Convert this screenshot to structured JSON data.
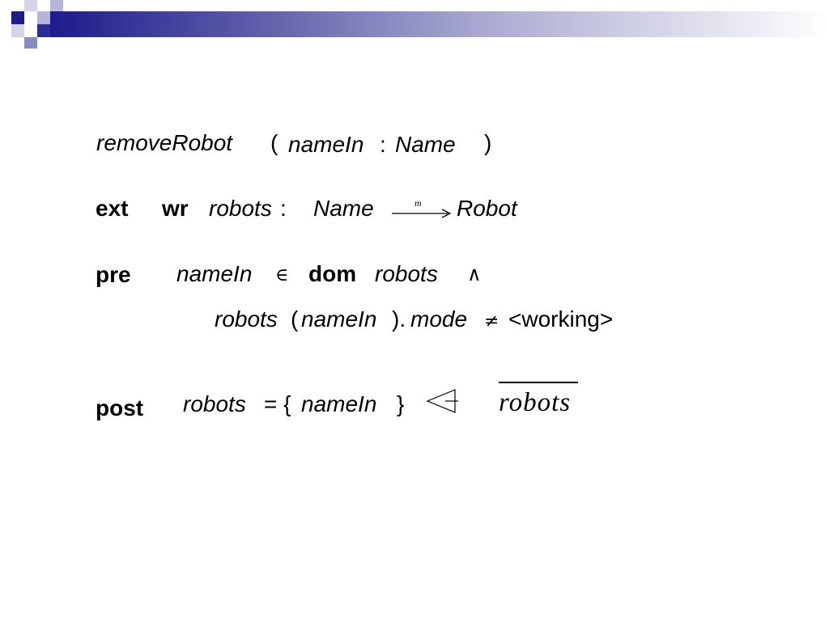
{
  "header_decoration": {
    "band_colors": [
      "#1c1c8c",
      "#a8a8d0",
      "#ffffff"
    ],
    "square_colors": [
      "#1c1c8c",
      "#6b6bb5",
      "#b5b5d9",
      "#d5d5ea"
    ]
  },
  "signature": {
    "op_name": "removeRobot",
    "open_paren": "(",
    "param_name": "nameIn",
    "colon": ":",
    "param_type": "Name",
    "close_paren": ")"
  },
  "ext": {
    "keyword": "ext",
    "mode": "wr",
    "var": "robots",
    "colon": ":",
    "domain": "Name",
    "map_label": "m",
    "range": "Robot"
  },
  "pre": {
    "keyword": "pre",
    "line1": {
      "lhs": "nameIn",
      "in_symbol": "∈",
      "dom_keyword": "dom",
      "rhs": "robots",
      "and_symbol": "∧"
    },
    "line2": {
      "robots": "robots",
      "open": "(",
      "arg": "nameIn",
      "close_dot": ").",
      "field": "mode",
      "neq_symbol": "≠",
      "value": "<working>"
    }
  },
  "post": {
    "keyword": "post",
    "lhs": "robots",
    "equals_brace": "= {",
    "elem": "nameIn",
    "close_brace": "}",
    "domain_subtract_symbol": "◁",
    "hooked": "robots"
  }
}
